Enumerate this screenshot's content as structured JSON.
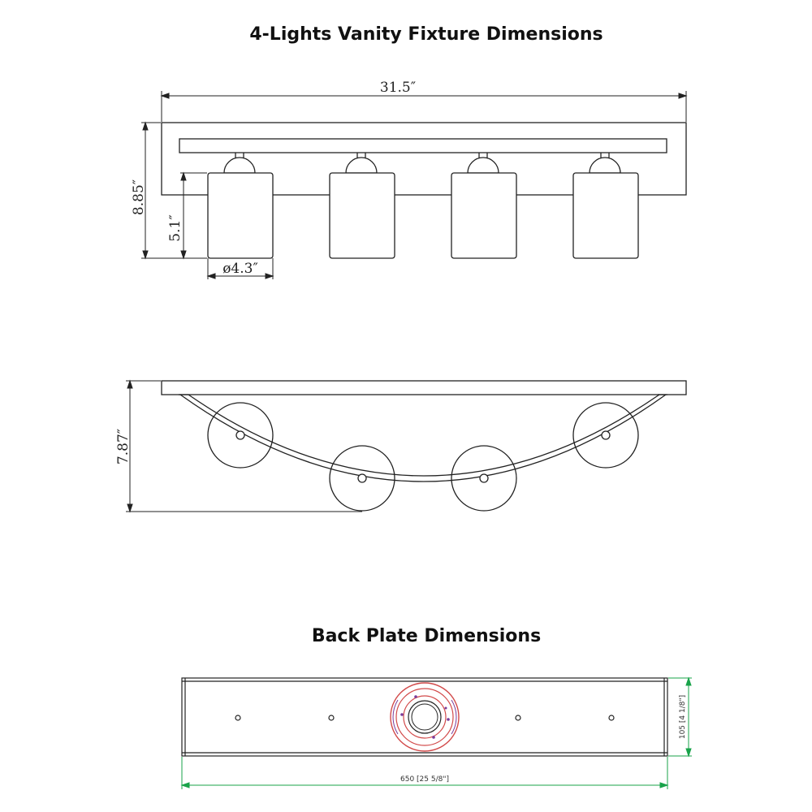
{
  "titles": {
    "main": "4-Lights Vanity Fixture Dimensions",
    "back_plate": "Back Plate Dimensions"
  },
  "dimensions": {
    "width": "31.5″",
    "height": "8.85″",
    "shade_height": "5.1″",
    "shade_diameter": "ø4.3″",
    "depth": "7.87″"
  },
  "back_plate_dimensions": {
    "length": "650 [25 5/8\"]",
    "height": "105 [4 1/8\"]"
  },
  "colors": {
    "line": "#222222",
    "dimension_green": "#19a34a",
    "canopy_red": "#d24a4a",
    "canopy_purple": "#7a3b9a"
  }
}
